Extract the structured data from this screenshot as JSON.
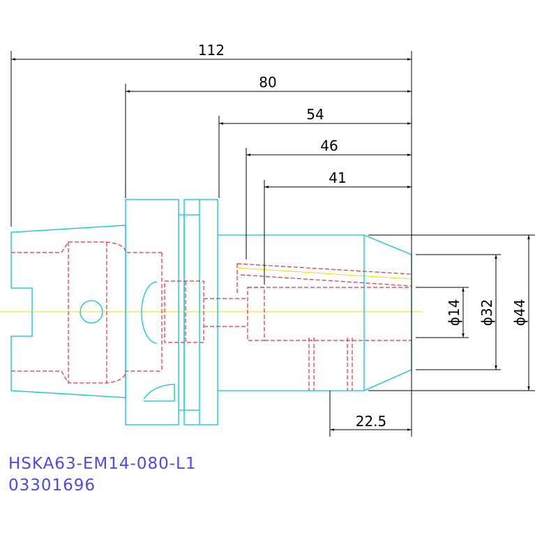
{
  "colors": {
    "outline": "#00c8dc",
    "hidden": "#e8303a",
    "centerline": "#e8e000",
    "dimension": "#000000",
    "title": "#4a4af0"
  },
  "dimensions": {
    "overall_length": "112",
    "gauge_length": "80",
    "body_length": "54",
    "bore_depth": "46",
    "clamp_depth": "41",
    "nose_length": "22.5",
    "bore_diameter": "ϕ14",
    "neck_diameter": "ϕ32",
    "body_diameter": "ϕ44"
  },
  "title_block": {
    "part_number": "HSKA63-EM14-080-L1",
    "order_code": "03301696"
  }
}
